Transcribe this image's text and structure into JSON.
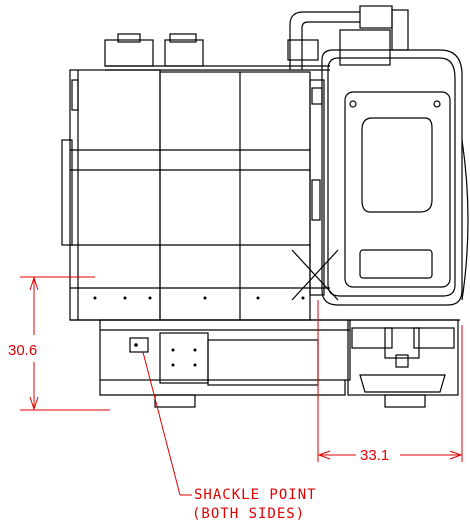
{
  "drawing": {
    "dim_height": {
      "value": "30.6"
    },
    "dim_width": {
      "value": "33.1"
    },
    "callout": {
      "line1": "SHACKLE POINT",
      "line2": "(BOTH SIDES)"
    },
    "colors": {
      "machine_line": "#000000",
      "annotation": "#e00000",
      "background": "#ffffff"
    }
  }
}
